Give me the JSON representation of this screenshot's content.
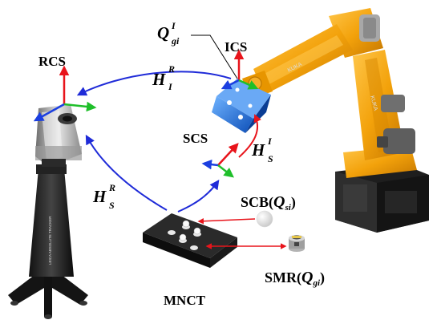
{
  "labels": {
    "rcs": "RCS",
    "ics": "ICS",
    "scs": "SCS",
    "mnct": "MNCT",
    "h_ir": {
      "base": "H",
      "sup": "R",
      "sub": "I"
    },
    "h_si": {
      "base": "H",
      "sup": "I",
      "sub": "S"
    },
    "h_sr": {
      "base": "H",
      "sup": "R",
      "sub": "S"
    },
    "q_gi": {
      "base": "Q",
      "sup": "I",
      "sub": "gi"
    },
    "scb": {
      "prefix": "SCB(",
      "base": "Q",
      "sub": "si",
      "suffix": ")"
    },
    "smr": {
      "prefix": "SMR(",
      "base": "Q",
      "sub": "gi",
      "suffix": ")"
    },
    "robot_brand_1": "KUKA",
    "robot_brand_2": "KUKA",
    "tracker_text": "LEICA ABSOLUTE TRACKER"
  },
  "colors": {
    "transform_arrow": "#1f2bd8",
    "axis_red": "#e8141b",
    "axis_green": "#1fbf2a",
    "axis_blue": "#1b3fe0",
    "robot_orange": "#f3a20b",
    "robot_dark": "#2a2a2a",
    "sensor_blue": "#1e6fd9"
  },
  "icons": {
    "laser_tracker": "laser-tracker",
    "industrial_robot": "industrial-robot",
    "scanner_head": "scanner-head",
    "calibration_board": "calibration-board",
    "sphere": "calibration-sphere",
    "smr": "spherically-mounted-retroreflector"
  }
}
